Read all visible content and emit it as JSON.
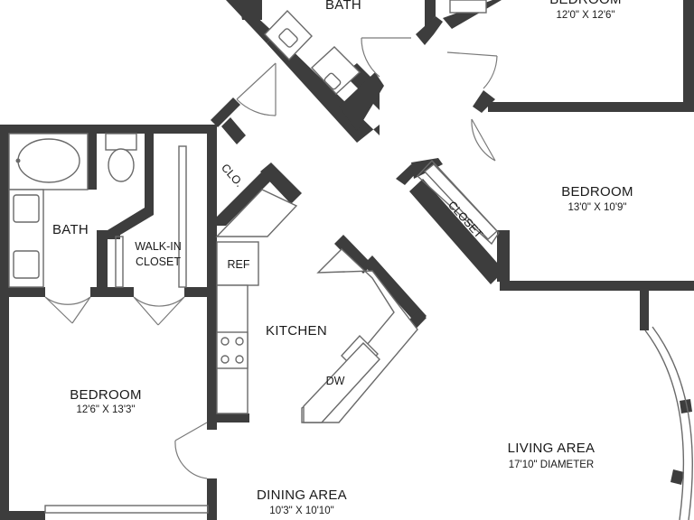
{
  "rooms": {
    "bath_top": {
      "name": "BATH"
    },
    "bedroom_top": {
      "name": "BEDROOM",
      "dims": "12'0\" X 12'6\""
    },
    "bedroom_right": {
      "name": "BEDROOM",
      "dims": "13'0\" X 10'9\""
    },
    "closet_right": {
      "name": "CLOSET"
    },
    "clo": {
      "name": "CLO."
    },
    "bath_left": {
      "name": "BATH"
    },
    "walkin_closet": {
      "line1": "WALK-IN",
      "line2": "CLOSET"
    },
    "ref": {
      "name": "REF"
    },
    "kitchen": {
      "name": "KITCHEN"
    },
    "dw": {
      "name": "DW"
    },
    "bedroom_left": {
      "name": "BEDROOM",
      "dims": "12'6\" X 13'3\""
    },
    "living": {
      "name": "LIVING AREA",
      "dims": "17'10\" DIAMETER"
    },
    "dining": {
      "name": "DINING AREA",
      "dims": "10'3\" X 10'10\""
    }
  },
  "colors": {
    "wall": "#3d3d3d",
    "line": "#6a6a6a",
    "background": "#ffffff"
  }
}
